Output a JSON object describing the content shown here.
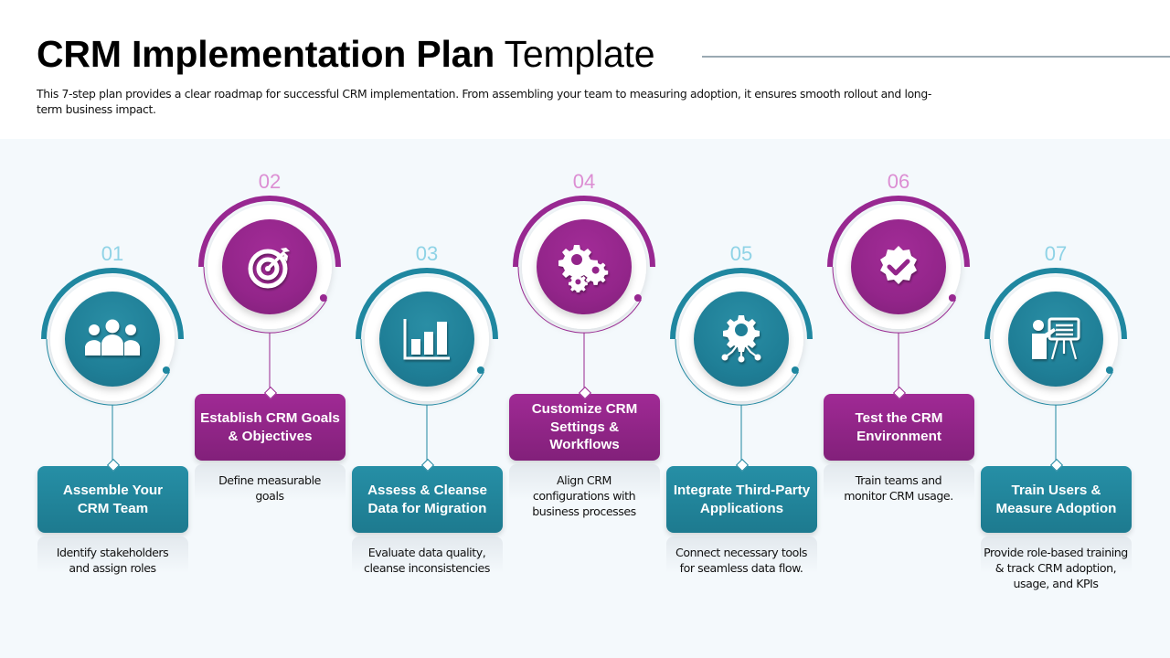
{
  "header": {
    "title_bold": "CRM Implementation Plan",
    "title_light": "Template",
    "subtitle": "This 7-step plan provides a clear roadmap for successful CRM implementation. From assembling your team to measuring adoption, it ensures smooth rollout and long-term business impact."
  },
  "colors": {
    "teal": "#1f87a0",
    "purple": "#982891",
    "teal_number": "#8fd3e6",
    "purple_number": "#dc8ed3",
    "band_background": "#f4f9fc",
    "title_rule": "#9aa9b2"
  },
  "steps": [
    {
      "number": "01",
      "title": "Assemble Your CRM Team",
      "description": "Identify stakeholders and assign roles",
      "icon": "team-icon",
      "color": "teal"
    },
    {
      "number": "02",
      "title": "Establish CRM Goals & Objectives",
      "description": "Define measurable goals",
      "icon": "target-icon",
      "color": "purple"
    },
    {
      "number": "03",
      "title": "Assess & Cleanse Data for Migration",
      "description": "Evaluate data quality, cleanse inconsistencies",
      "icon": "bar-chart-icon",
      "color": "teal"
    },
    {
      "number": "04",
      "title": "Customize CRM Settings & Workflows",
      "description": "Align CRM configurations with business processes",
      "icon": "gears-icon",
      "color": "purple"
    },
    {
      "number": "05",
      "title": "Integrate Third-Party Applications",
      "description": "Connect necessary tools for seamless data flow.",
      "icon": "integration-gear-icon",
      "color": "teal"
    },
    {
      "number": "06",
      "title": "Test the CRM Environment",
      "description": "Train teams and monitor CRM usage.",
      "icon": "verified-badge-icon",
      "color": "purple"
    },
    {
      "number": "07",
      "title": "Train Users & Measure Adoption",
      "description": "Provide role-based training & track CRM adoption, usage, and KPIs",
      "icon": "presentation-icon",
      "color": "teal"
    }
  ]
}
